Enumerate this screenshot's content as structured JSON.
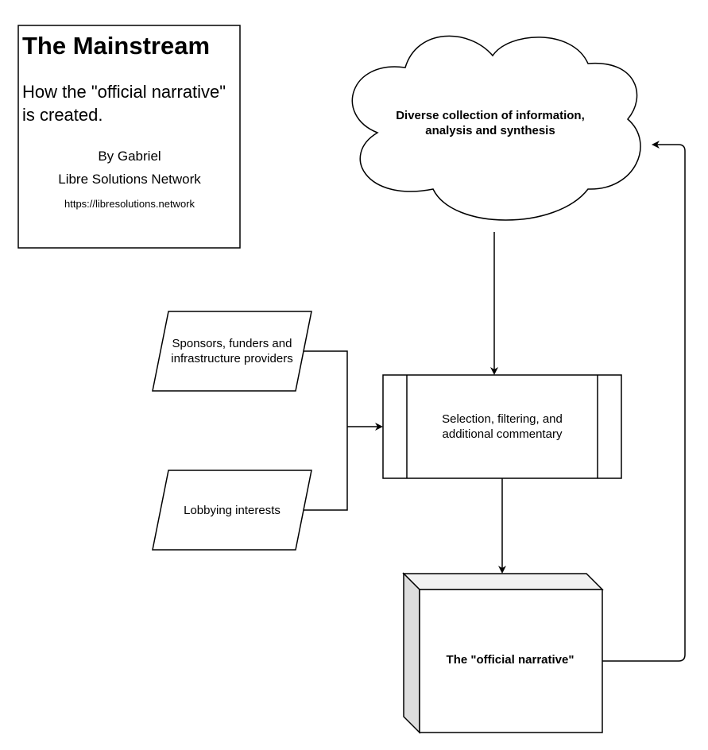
{
  "title_box": {
    "title": "The Mainstream",
    "subtitle": "How the \"official narrative\" is created.",
    "author": "By Gabriel",
    "org": "Libre Solutions Network",
    "url": "https://libresolutions.network"
  },
  "nodes": {
    "cloud": "Diverse collection of information, analysis and synthesis",
    "sponsors": "Sponsors, funders and infrastructure providers",
    "lobbying": "Lobbying interests",
    "process": "Selection, filtering, and additional commentary",
    "narrative": "The \"official narrative\""
  }
}
